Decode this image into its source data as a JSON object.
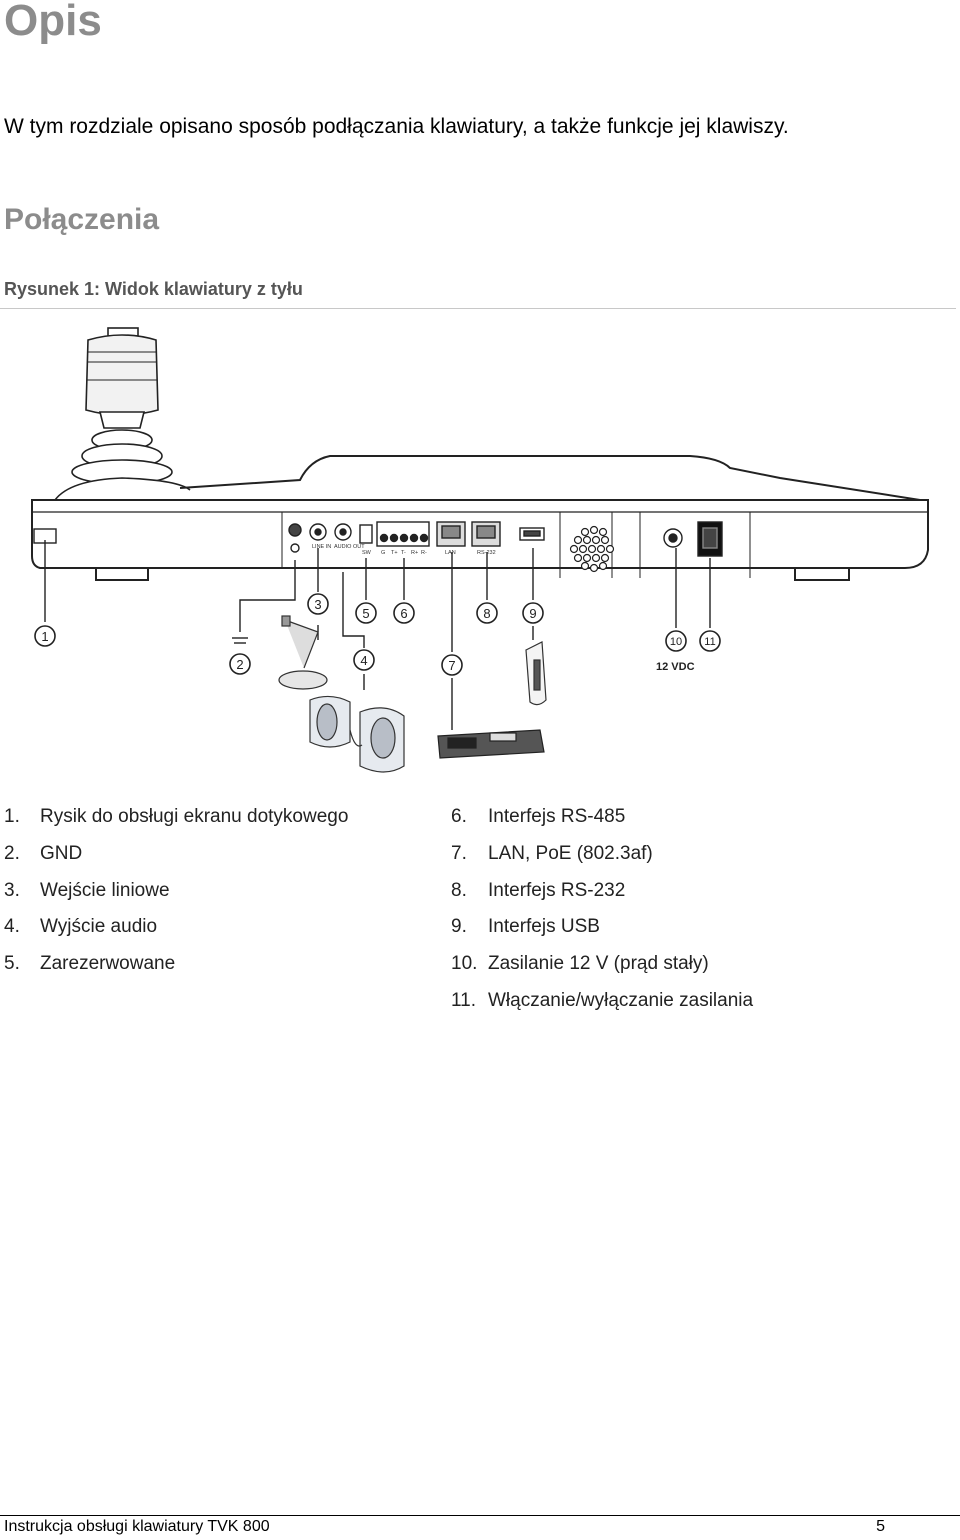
{
  "page": {
    "title": "Opis",
    "intro": "W tym rozdziale opisano sposób podłączania klawiatury, a także funkcje jej klawiszy.",
    "section_title": "Połączenia",
    "figure_caption": "Rysunek 1: Widok klawiatury z tyłu"
  },
  "figure": {
    "callouts": [
      "1",
      "2",
      "3",
      "4",
      "5",
      "6",
      "7",
      "8",
      "9",
      "10",
      "11"
    ],
    "port_labels": {
      "line_in": "LINE IN",
      "audio_out": "AUDIO OUT",
      "sw": "SW",
      "g": "G",
      "t_plus": "T+",
      "t_minus": "T-",
      "r_plus": "R+",
      "r_minus": "R-",
      "lan": "LAN",
      "rs232": "RS-232",
      "power": "12 VDC"
    }
  },
  "legend": {
    "left": [
      {
        "num": "1.",
        "text": "Rysik do obsługi ekranu dotykowego"
      },
      {
        "num": "2.",
        "text": "GND"
      },
      {
        "num": "3.",
        "text": "Wejście liniowe"
      },
      {
        "num": "4.",
        "text": "Wyjście audio"
      },
      {
        "num": "5.",
        "text": "Zarezerwowane"
      }
    ],
    "right": [
      {
        "num": "6.",
        "text": "Interfejs RS-485"
      },
      {
        "num": "7.",
        "text": "LAN, PoE (802.3af)"
      },
      {
        "num": "8.",
        "text": "Interfejs RS-232"
      },
      {
        "num": "9.",
        "text": "Interfejs USB"
      },
      {
        "num": "10.",
        "text": "Zasilanie 12 V (prąd stały)"
      },
      {
        "num": "11.",
        "text": "Włączanie/wyłączanie zasilania"
      }
    ]
  },
  "footer": {
    "doc_title": "Instrukcja obsługi klawiatury TVK 800",
    "page_number": "5"
  },
  "colors": {
    "heading": "#8c8c8c",
    "caption": "#555555",
    "line": "#222222"
  }
}
